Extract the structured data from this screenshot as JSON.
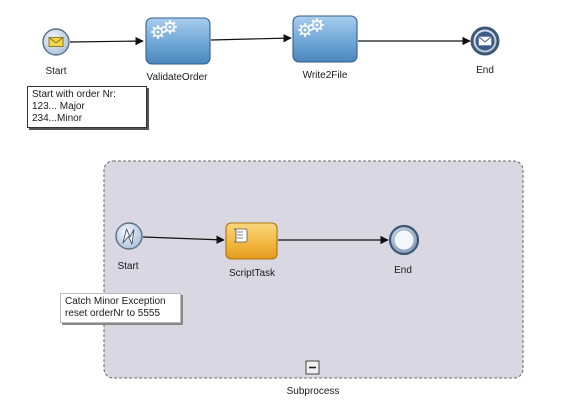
{
  "process": {
    "start_label": "Start",
    "task1_label": "ValidateOrder",
    "task2_label": "Write2File",
    "end_label": "End",
    "annotation_lines": [
      "Start with order Nr:",
      "123... Major",
      "234...Minor"
    ]
  },
  "subprocess": {
    "label": "Subprocess",
    "start_label": "Start",
    "task_label": "ScriptTask",
    "end_label": "End",
    "annotation_lines": [
      "Catch Minor Exception",
      "reset orderNr to 5555"
    ]
  },
  "colors": {
    "task_blue": "#6fa7d6",
    "task_orange": "#f2b53c",
    "subprocess_fill": "#d9d8e2",
    "event_fill": "#a9bfd6"
  }
}
